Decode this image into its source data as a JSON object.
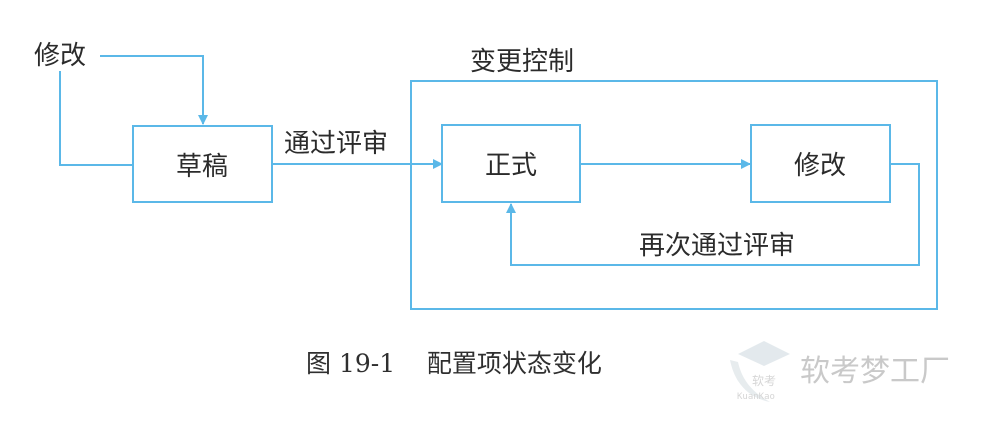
{
  "diagram": {
    "nodes": {
      "draft": "草稿",
      "formal": "正式",
      "modify_inner": "修改",
      "modify_outer": "修改"
    },
    "region_label": "变更控制",
    "edges": {
      "pass_review": "通过评审",
      "pass_review_again": "再次通过评审"
    },
    "caption": "图 19-1    配置项状态变化"
  },
  "watermark": {
    "text": "软考梦工厂",
    "logo_cn": "软考",
    "logo_en": "KuanKao"
  },
  "colors": {
    "line": "#5bb8e8",
    "text": "#2b2b2b",
    "watermark": "#c9c9c9"
  }
}
